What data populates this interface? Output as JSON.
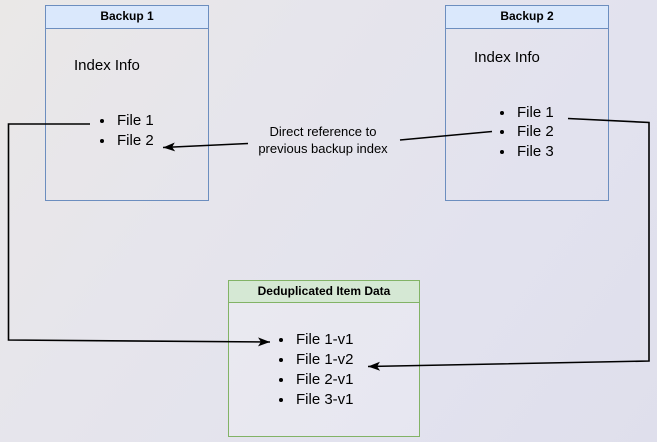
{
  "backup1": {
    "title": "Backup 1",
    "section_label": "Index Info",
    "files": [
      "File 1",
      "File 2"
    ]
  },
  "backup2": {
    "title": "Backup 2",
    "section_label": "Index Info",
    "files": [
      "File 1",
      "File 2",
      "File 3"
    ]
  },
  "dedup": {
    "title": "Deduplicated Item Data",
    "files": [
      "File 1-v1",
      "File 1-v2",
      "File 2-v1",
      "File 3-v1"
    ]
  },
  "annotation": {
    "line1": "Direct reference to",
    "line2": "previous backup index"
  },
  "colors": {
    "blue_fill": "#dae8fc",
    "blue_border": "#6c8ebf",
    "green_fill": "#d5e8d4",
    "green_border": "#82b366",
    "arrow": "#000000"
  }
}
